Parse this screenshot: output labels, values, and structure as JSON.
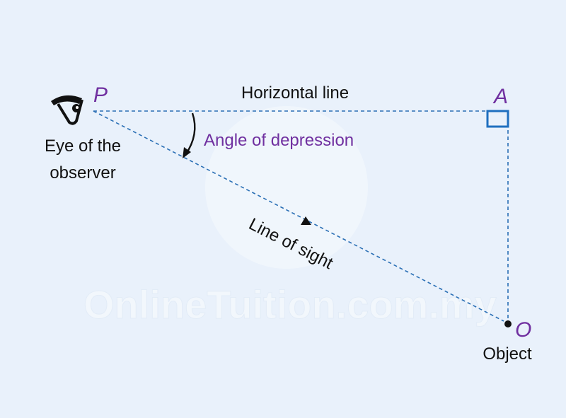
{
  "labels": {
    "point_p": "P",
    "point_a": "A",
    "point_o": "O",
    "horizontal_line": "Horizontal line",
    "angle_of_depression": "Angle of depression",
    "line_of_sight": "Line of sight",
    "eye_line1": "Eye of the",
    "eye_line2": "observer",
    "object": "Object",
    "watermark": "OnlineTuition.com.my"
  },
  "colors": {
    "background": "#e9f1fb",
    "dashed_line": "#2a6fb5",
    "purple_text": "#7030a0",
    "black": "#111111",
    "right_angle_box": "#1f6fbf",
    "watermark": "#ffffff"
  },
  "icons": {
    "eye": "eye-icon",
    "arrow": "arrow-head-icon"
  }
}
